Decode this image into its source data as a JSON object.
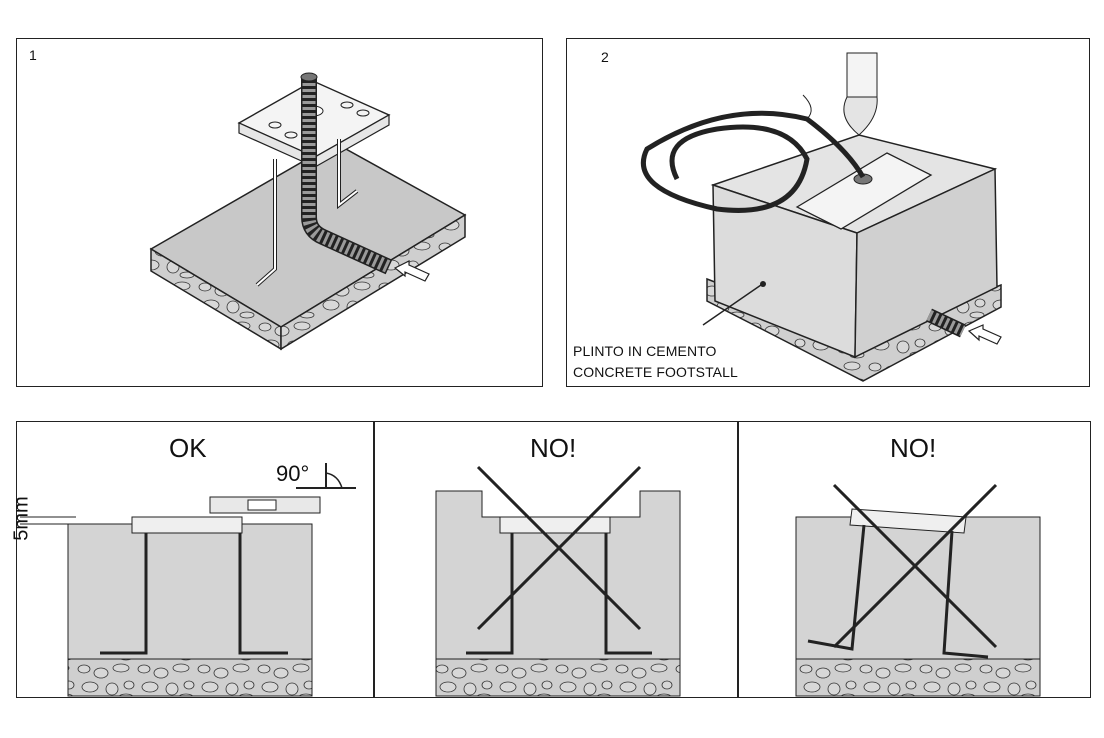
{
  "panels": [
    {
      "number": "1"
    },
    {
      "number": "2",
      "label_line1": "PLINTO IN CEMENTO",
      "label_line2": "CONCRETE FOOTSTALL"
    }
  ],
  "sections": [
    {
      "title": "OK",
      "angle": "90°",
      "depth": "5mm"
    },
    {
      "title": "NO!"
    },
    {
      "title": "NO!"
    }
  ]
}
